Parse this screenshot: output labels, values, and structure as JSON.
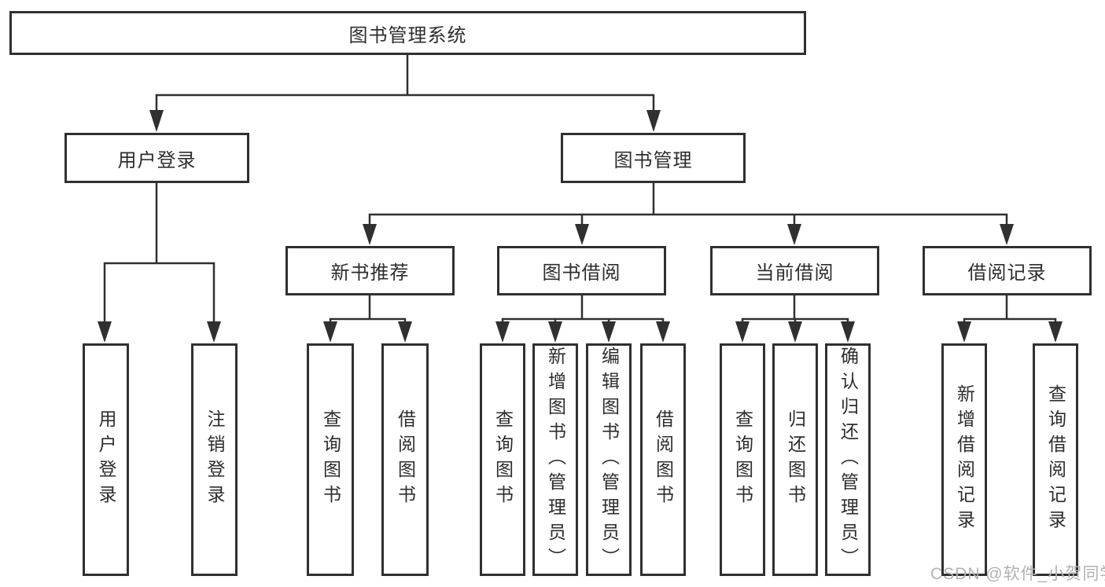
{
  "diagram": {
    "title": "图书管理系统",
    "nodes": {
      "root": "图书管理系统",
      "user_login": "用户登录",
      "book_mgmt": "图书管理",
      "new_books": "新书推荐",
      "book_borrow": "图书借阅",
      "current_borrow": "当前借阅",
      "borrow_records": "借阅记录",
      "ul_login": "用户登录",
      "ul_logout": "注销登录",
      "nb_query": "查询图书",
      "nb_borrow": "借阅图书",
      "bb_query": "查询图书",
      "bb_add": "新增图书（管理员）",
      "bb_edit": "编辑图书（管理员）",
      "bb_borrow": "借阅图书",
      "cb_query": "查询图书",
      "cb_return": "归还图书",
      "cb_confirm": "确认归还（管理员）",
      "br_add": "新增借阅记录",
      "br_query": "查询借阅记录"
    },
    "watermark": "CSDN @软件_小贺同学",
    "colors": {
      "line": "#303030",
      "text": "#2d2d2d",
      "watermark": "#b2b2b2",
      "background": "#ffffff"
    }
  }
}
